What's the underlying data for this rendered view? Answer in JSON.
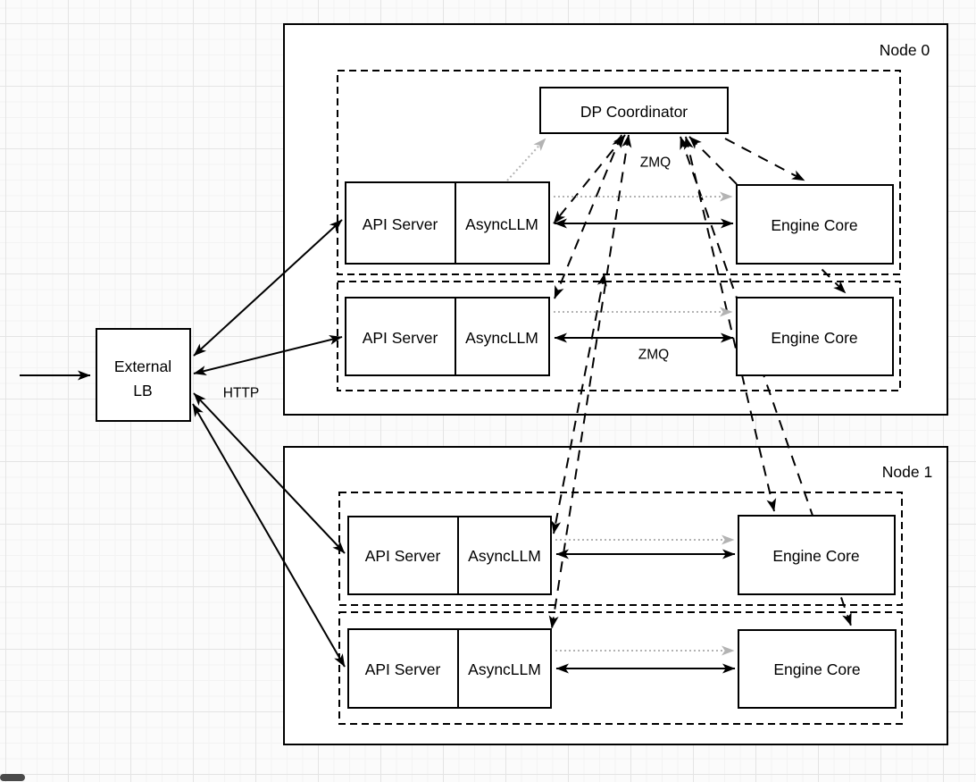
{
  "diagram": {
    "type": "architecture-diagram",
    "colors": {
      "stroke": "#000000",
      "box_fill": "#ffffff",
      "dotted_arrow_gray": "#b3b3b3",
      "canvas_background": "#fbfbfb",
      "grid_minor": "#f3f3f3",
      "grid_major": "#e4e4e4"
    },
    "nodes": [
      {
        "label": "Node 0"
      },
      {
        "label": "Node 1"
      }
    ],
    "external_lb": {
      "label_line1": "External",
      "label_line2": "LB"
    },
    "dp_coordinator": {
      "label": "DP Coordinator"
    },
    "edge_labels": {
      "http": "HTTP",
      "zmq_coordinator": "ZMQ",
      "zmq_row": "ZMQ"
    },
    "rows": [
      {
        "node": "Node 0",
        "api_server": "API Server",
        "asyncllm": "AsyncLLM",
        "engine_core": "Engine Core"
      },
      {
        "node": "Node 0",
        "api_server": "API Server",
        "asyncllm": "AsyncLLM",
        "engine_core": "Engine Core"
      },
      {
        "node": "Node 1",
        "api_server": "API Server",
        "asyncllm": "AsyncLLM",
        "engine_core": "Engine Core"
      },
      {
        "node": "Node 1",
        "api_server": "API Server",
        "asyncllm": "AsyncLLM",
        "engine_core": "Engine Core"
      }
    ]
  }
}
